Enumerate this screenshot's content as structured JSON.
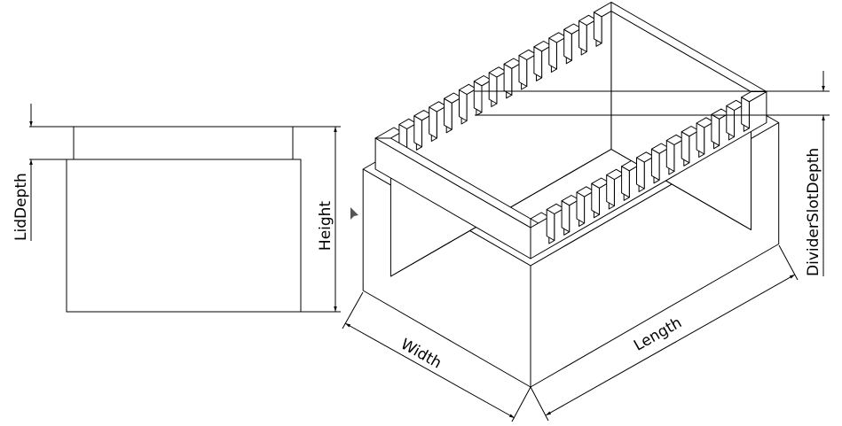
{
  "drawing": {
    "title": "Divider box dimension drawing",
    "colors": {
      "line": "#000000",
      "background": "#ffffff"
    },
    "side_view": {
      "dimensions": {
        "lid_depth": "LidDepth",
        "height": "Height"
      }
    },
    "iso_view": {
      "slot_count_per_wall": 14,
      "dimensions": {
        "width": "Width",
        "length": "Length",
        "divider_slot_depth": "DividerSlotDepth"
      }
    },
    "cursor_icon": "arrow-cursor"
  }
}
